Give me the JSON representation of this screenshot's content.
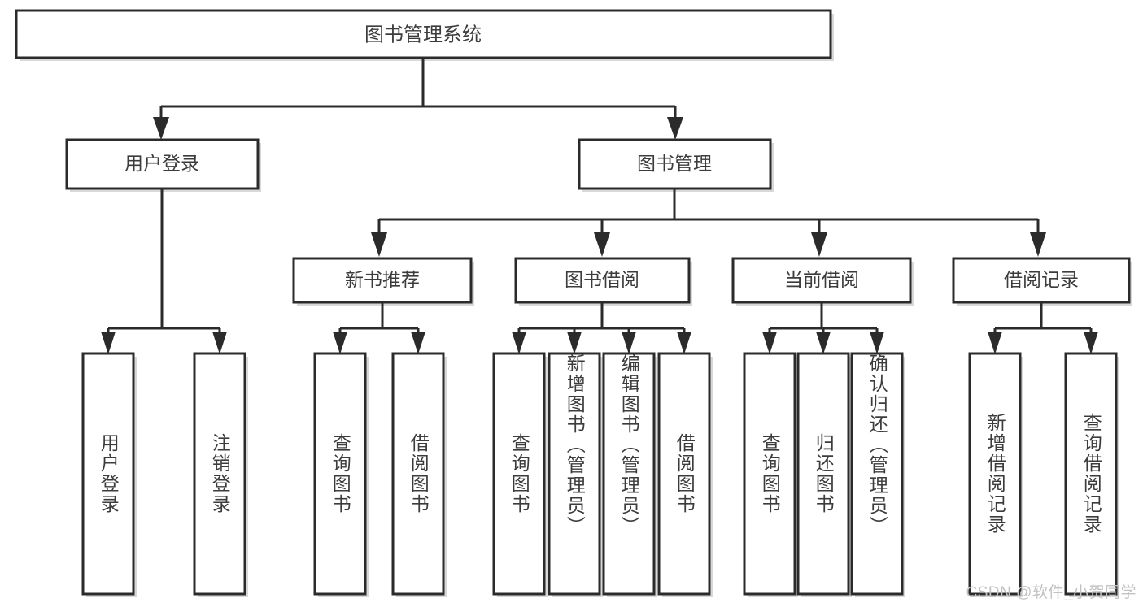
{
  "diagram": {
    "type": "tree-hierarchy",
    "title": "图书管理系统",
    "watermark": "CSDN @软件_小贺同学",
    "colors": {
      "box_stroke": "#2b2b2b",
      "box_fill": "#ffffff",
      "text": "#3c3c3c",
      "connector": "#2b2b2b",
      "watermark": "#c2c2c2",
      "background": "#ffffff"
    },
    "root": {
      "label": "图书管理系统",
      "name": "root-node"
    },
    "level2": [
      {
        "name": "node-user-login",
        "label": "用户登录"
      },
      {
        "name": "node-book-management",
        "label": "图书管理"
      }
    ],
    "level3": [
      {
        "name": "node-new-book-recommend",
        "label": "新书推荐",
        "parent": "node-book-management"
      },
      {
        "name": "node-book-borrow",
        "label": "图书借阅",
        "parent": "node-book-management"
      },
      {
        "name": "node-current-borrow",
        "label": "当前借阅",
        "parent": "node-book-management"
      },
      {
        "name": "node-borrow-record",
        "label": "借阅记录",
        "parent": "node-book-management"
      }
    ],
    "leaves": {
      "user_login": [
        {
          "name": "leaf-user-login",
          "label": "用户登录"
        },
        {
          "name": "leaf-logout-login",
          "label": "注销登录"
        }
      ],
      "new_book_recommend": [
        {
          "name": "leaf-query-book-1",
          "label": "查询图书"
        },
        {
          "name": "leaf-borrow-book-1",
          "label": "借阅图书"
        }
      ],
      "book_borrow": [
        {
          "name": "leaf-query-book-2",
          "label": "查询图书"
        },
        {
          "name": "leaf-add-book-admin",
          "label": "新增图书（管理员）"
        },
        {
          "name": "leaf-edit-book-admin",
          "label": "编辑图书（管理员）"
        },
        {
          "name": "leaf-borrow-book-2",
          "label": "借阅图书"
        }
      ],
      "current_borrow": [
        {
          "name": "leaf-query-book-3",
          "label": "查询图书"
        },
        {
          "name": "leaf-return-book",
          "label": "归还图书"
        },
        {
          "name": "leaf-confirm-return-admin",
          "label": "确认归还（管理员）"
        }
      ],
      "borrow_record": [
        {
          "name": "leaf-add-borrow-record",
          "label": "新增借阅记录"
        },
        {
          "name": "leaf-query-borrow-record",
          "label": "查询借阅记录"
        }
      ]
    }
  }
}
